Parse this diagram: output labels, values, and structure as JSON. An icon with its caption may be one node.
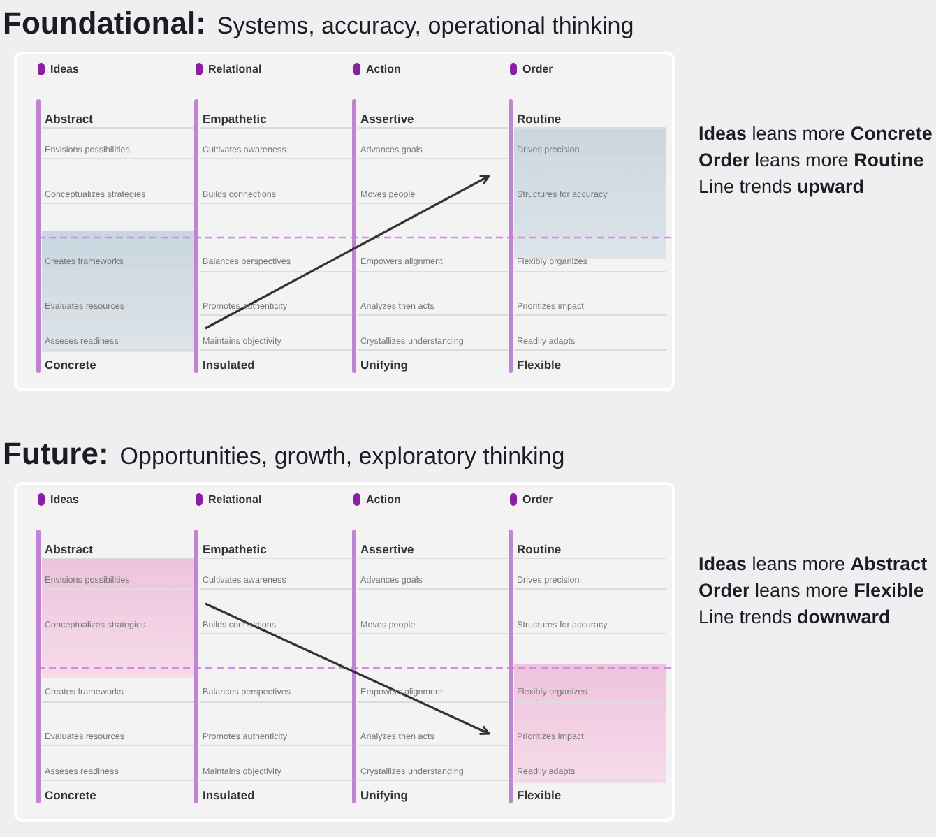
{
  "diagram": {
    "nodes": [
      {
        "text": [
          "Foundational:",
          "Systems, accuracy, operational thinking"
        ]
      },
      {
        "text": [
          "Future:",
          "Opportunities, growth, exploratory thinking"
        ]
      }
    ],
    "labels": [
      "Ideas",
      "Relational",
      "Action",
      "Order",
      "Abstract",
      "Empathetic",
      "Assertive",
      "Routine",
      "Envisions possibilities",
      "Cultivates awareness",
      "Advances goals",
      "Drives precision",
      "Conceptualizes strategies",
      "Builds connections",
      "Moves people",
      "Structures for accuracy",
      "Creates frameworks",
      "Balances perspectives",
      "Empowers alignment",
      "Flexibly organizes",
      "Evaluates resources",
      "Promotes authenticity",
      "Analyzes then acts",
      "Prioritizes impact",
      "Asseses readiness",
      "Maintains objectivity",
      "Crystallizes understanding",
      "Readily adapts",
      "Concrete",
      "Insulated",
      "Unifying",
      "Flexible",
      "**Ideas** leans more **Concrete**",
      "**Order** leans more **Routine**",
      "Line trends **upward**",
      "Ideas",
      "Relational",
      "Action",
      "Order",
      "Abstract",
      "Empathetic",
      "Assertive",
      "Routine",
      "Envisions possibilities",
      "Cultivates awareness",
      "Advances goals",
      "Drives precision",
      "Conceptualizes strategies",
      "Builds connections",
      "Moves people",
      "Structures for accuracy",
      "Creates frameworks",
      "Balances perspectives",
      "Empowers alignment",
      "Flexibly organizes",
      "Evaluates resources",
      "Promotes authenticity",
      "Analyzes then acts",
      "Prioritizes impact",
      "Asseses readiness",
      "Maintains objectivity",
      "Crystallizes understanding",
      "Readily adapts",
      "Concrete",
      "Insulated",
      "Unifying",
      "Flexible",
      "**Ideas** leans more **Abstract**",
      "**Order** leans more **Flexible**",
      "Line trends **downward**"
    ]
  }
}
